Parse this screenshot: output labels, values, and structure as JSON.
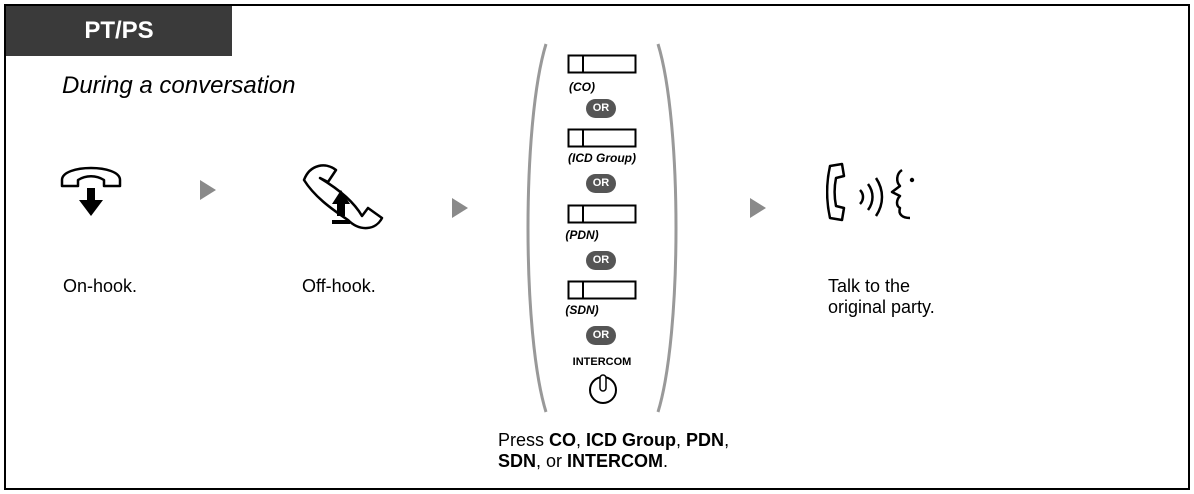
{
  "tab_label": "PT/PS",
  "subtitle": "During a conversation",
  "steps": [
    {
      "caption": "On-hook.",
      "icon": "on-hook-icon"
    },
    {
      "caption": "Off-hook.",
      "icon": "off-hook-icon"
    },
    {
      "caption_parts": [
        "Press ",
        "CO",
        ", ",
        "ICD Group",
        ", ",
        "PDN",
        ",",
        "SDN",
        ", or ",
        "INTERCOM",
        "."
      ]
    },
    {
      "caption_lines": [
        "Talk to the",
        "original party."
      ],
      "icon": "talk-icon"
    }
  ],
  "keys": [
    {
      "label": "(CO)"
    },
    {
      "label": "(ICD Group)"
    },
    {
      "label": "(PDN)"
    },
    {
      "label": "(SDN)"
    }
  ],
  "or_label": "OR",
  "intercom_label": "INTERCOM",
  "colors": {
    "tab_bg": "#3a3a3a",
    "arrow": "#8a8a8a",
    "or_badge": "#555555"
  }
}
